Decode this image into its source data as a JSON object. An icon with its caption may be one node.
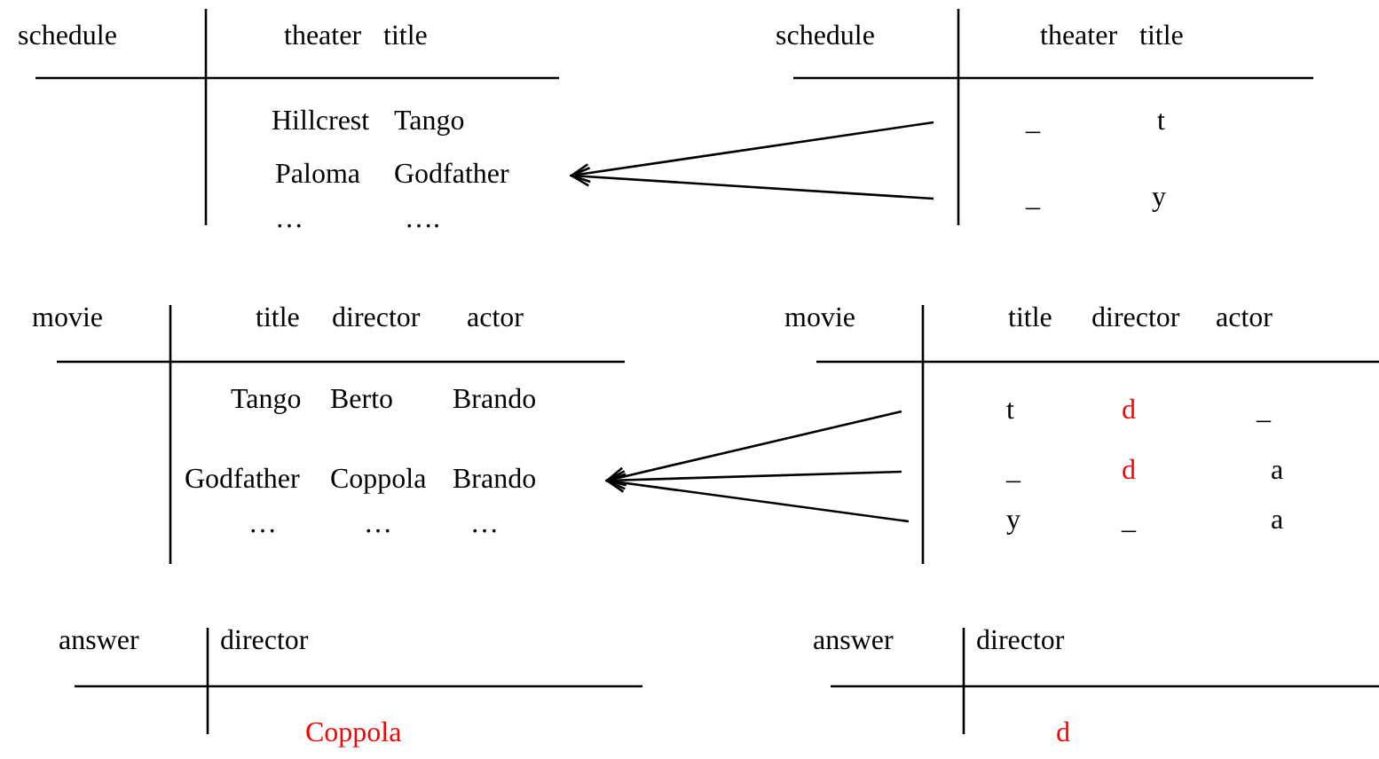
{
  "diagram": {
    "nodes": [
      {
        "text": [
          "_",
          "t"
        ]
      },
      {
        "text": [
          "_",
          "y"
        ]
      },
      {
        "text": [
          "Paloma",
          "Godfather"
        ]
      },
      {
        "text": [
          "t",
          "d",
          "_"
        ]
      },
      {
        "text": [
          "_",
          "d",
          "a"
        ]
      },
      {
        "text": [
          "y",
          "_",
          "a"
        ]
      },
      {
        "text": [
          "Godfather",
          "Coppola",
          "Brando"
        ]
      }
    ],
    "edges": [
      {
        "from": 0,
        "to": 2,
        "arrow": "to"
      },
      {
        "from": 1,
        "to": 2,
        "arrow": "to"
      },
      {
        "from": 3,
        "to": 6,
        "arrow": "to"
      },
      {
        "from": 4,
        "to": 6,
        "arrow": "to"
      },
      {
        "from": 5,
        "to": 6,
        "arrow": "to"
      }
    ],
    "labels": [
      "schedule",
      "theater",
      "title",
      "schedule",
      "theater",
      "title",
      "Hillcrest",
      "Tango",
      "…",
      "….",
      "movie",
      "title",
      "director",
      "actor",
      "movie",
      "title",
      "director",
      "actor",
      "Tango",
      "Berto",
      "Brando",
      "…",
      "…",
      "…",
      "answer",
      "director",
      "answer",
      "director",
      "Coppola",
      "d"
    ]
  }
}
